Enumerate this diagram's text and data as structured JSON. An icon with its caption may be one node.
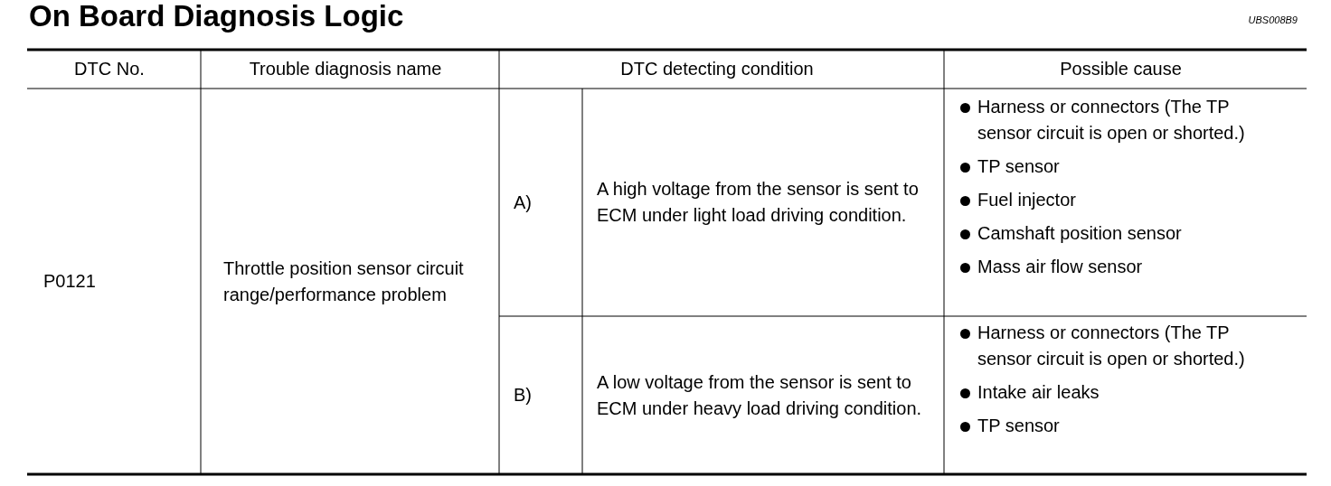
{
  "diagram": {
    "title": "On Board Diagnosis Logic",
    "labels": [
      "UBS008B9",
      "DTC No.",
      "Trouble diagnosis name",
      "DTC detecting condition",
      "Possible cause",
      "P0121",
      "Throttle position sensor circuit range/performance problem",
      "A)",
      "A high voltage from the sensor is sent to ECM under light load driving condition.",
      "Harness or connectors (The TP sensor circuit is open or shorted.)",
      "TP sensor",
      "Fuel injector",
      "Camshaft position sensor",
      "Mass air flow sensor",
      "B)",
      "A low voltage from the sensor is sent to ECM under heavy load driving condition.",
      "Harness or connectors (The TP sensor circuit is open or shorted.)",
      "Intake air leaks",
      "TP sensor"
    ]
  }
}
